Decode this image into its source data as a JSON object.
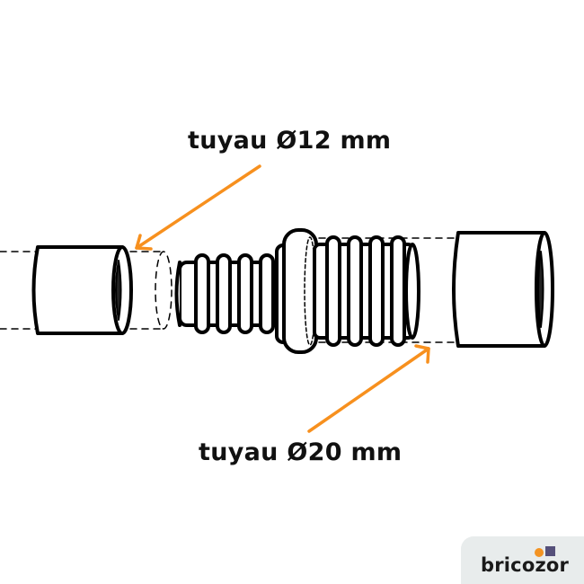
{
  "labels": {
    "small_pipe": "tuyau Ø12 mm",
    "large_pipe": "tuyau Ø20 mm"
  },
  "brand": {
    "name": "bricozor"
  },
  "colors": {
    "arrow": "#f7901e",
    "stroke": "#000000",
    "brand_bg": "#e8ecec",
    "brand_dot": "#f39322",
    "brand_square": "#55507a"
  }
}
